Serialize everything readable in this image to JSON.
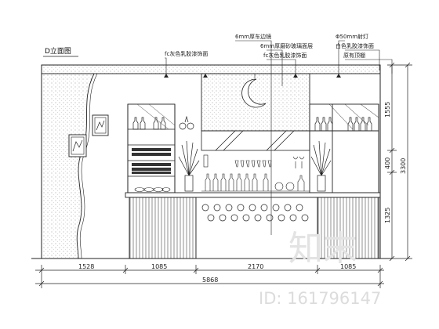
{
  "drawing": {
    "title": "D立面图",
    "annotations": [
      "6mm厚车边镜",
      "Φ50mm射灯",
      "fc灰色乳胶漆饰面",
      "6mm厚磨砂玻璃面层",
      "白色乳胶漆饰面",
      "fc灰色乳胶漆饰面",
      "原有顶棚"
    ],
    "dimensions": {
      "bottom": [
        "1528",
        "1085",
        "2170",
        "1085"
      ],
      "total": "5868",
      "right": [
        "1555",
        "400",
        "1325"
      ],
      "right_total": "3300"
    }
  },
  "watermark": {
    "text": "知末",
    "id_text": "ID: 161796147"
  },
  "colors": {
    "line": "#222222",
    "watermark": "#e0e0e0"
  }
}
